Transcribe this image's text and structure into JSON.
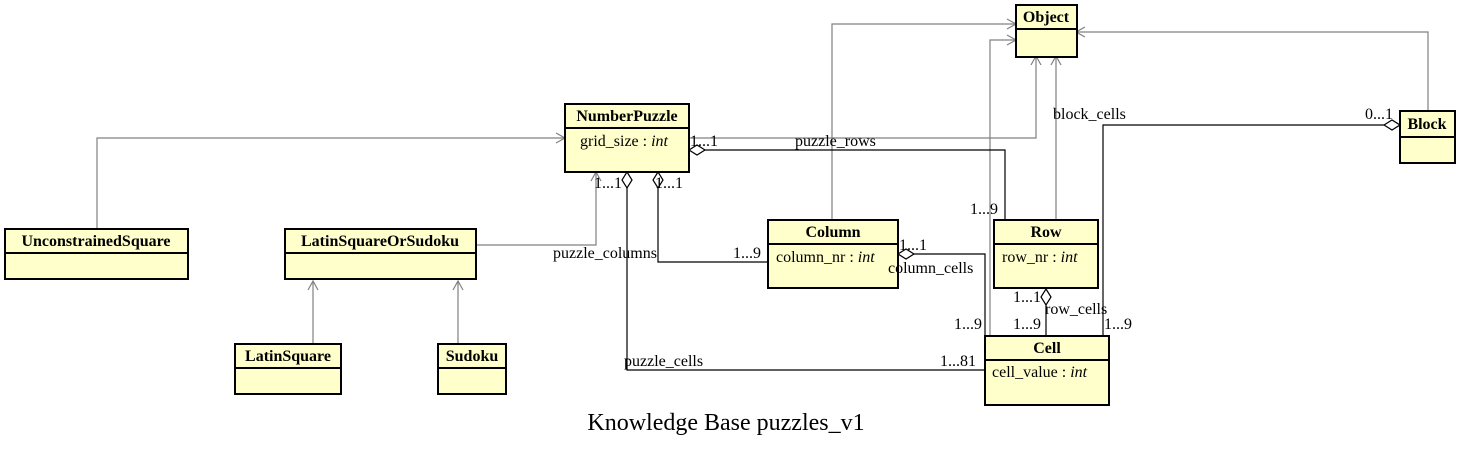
{
  "caption": "Knowledge Base puzzles_v1",
  "classes": {
    "object": {
      "name": "Object"
    },
    "number_puzzle": {
      "name": "NumberPuzzle",
      "attr_name": "grid_size :",
      "attr_type": "int"
    },
    "block": {
      "name": "Block"
    },
    "unconstrained_square": {
      "name": "UnconstrainedSquare"
    },
    "latin_square_or_sudoku": {
      "name": "LatinSquareOrSudoku"
    },
    "column": {
      "name": "Column",
      "attr_name": "column_nr :",
      "attr_type": "int"
    },
    "row": {
      "name": "Row",
      "attr_name": "row_nr :",
      "attr_type": "int"
    },
    "latin_square": {
      "name": "LatinSquare"
    },
    "sudoku": {
      "name": "Sudoku"
    },
    "cell": {
      "name": "Cell",
      "attr_name": "cell_value :",
      "attr_type": "int"
    }
  },
  "associations": {
    "puzzle_rows": {
      "name": "puzzle_rows",
      "puzzle_end": "1...1",
      "row_end": "1...9"
    },
    "puzzle_columns": {
      "name": "puzzle_columns",
      "puzzle_end": "1...1",
      "column_end": "1...9"
    },
    "puzzle_cells": {
      "name": "puzzle_cells",
      "puzzle_end": "1...1",
      "cell_end": "1...81"
    },
    "column_cells": {
      "name": "column_cells",
      "column_end": "1...1",
      "cell_end": "1...9"
    },
    "row_cells": {
      "name": "row_cells",
      "row_end": "1...1",
      "cell_end": "1...9"
    },
    "block_cells": {
      "name": "block_cells",
      "block_end": "0...1",
      "cell_end": "1...9"
    }
  },
  "colors": {
    "class_fill": "#ffffcc",
    "class_stroke": "#000000",
    "inheritance": "#808080",
    "association": "#000000"
  }
}
